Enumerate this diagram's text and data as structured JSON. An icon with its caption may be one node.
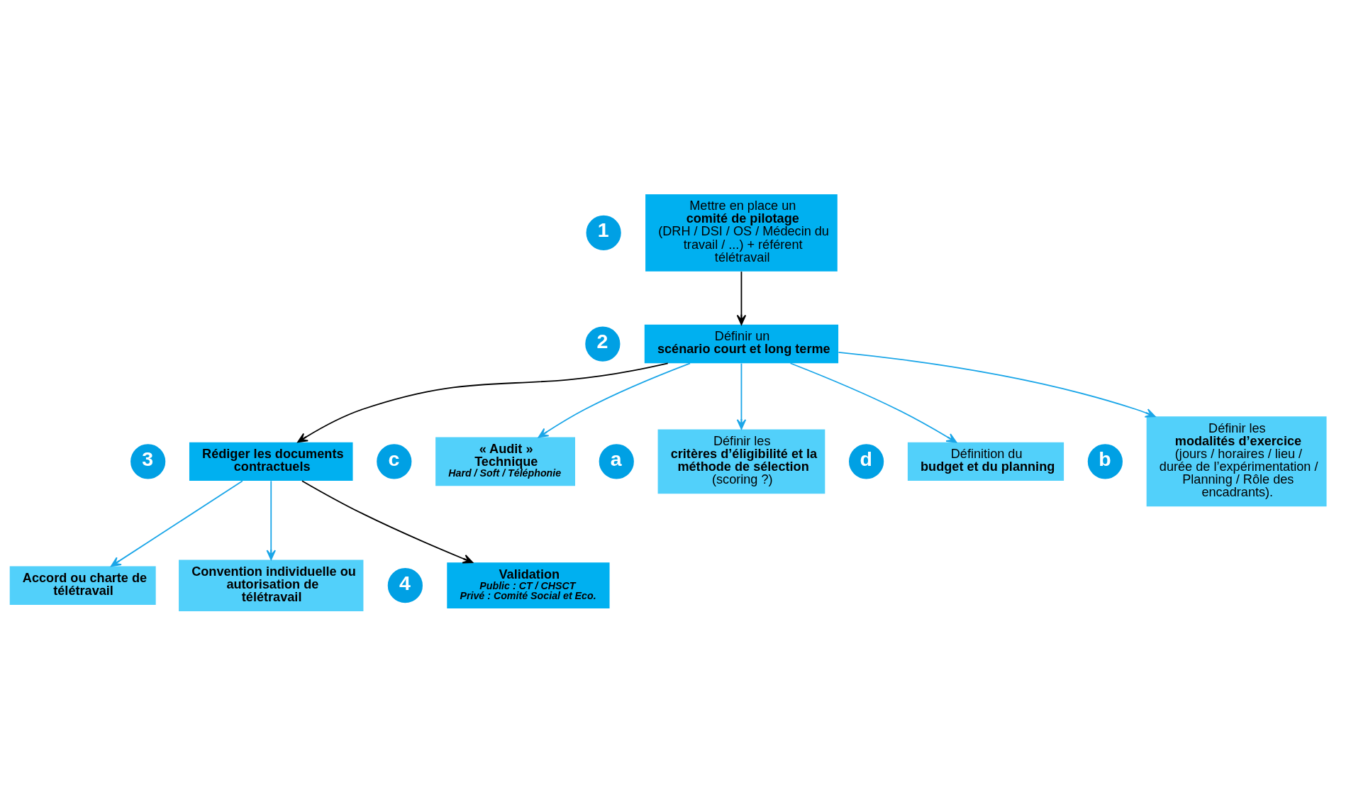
{
  "diagram": {
    "nodes": [
      {
        "text": [
          "Mettre en place un **comité de pilotage** (DRH / DSI / OS / Médecin du travail / ...) + référent télétravail"
        ]
      },
      {
        "text": [
          "1"
        ]
      },
      {
        "text": [
          "Définir un **scénario court et long terme**"
        ]
      },
      {
        "text": [
          "2"
        ]
      },
      {
        "text": [
          "Accord ou charte de télétravail"
        ]
      },
      {
        "text": [
          "Convention individuelle ou autorisation de télétravail"
        ]
      },
      {
        "text": [
          "Rédiger les documents contractuels"
        ]
      },
      {
        "text": [
          "3"
        ]
      },
      {
        "text": [
          "Validation",
          "Public : CT / CHSCT",
          "Privé : Comité Social et Eco."
        ]
      },
      {
        "text": [
          "4"
        ]
      },
      {
        "text": [
          "« Audit » Technique",
          "Hard / Soft / Téléphonie"
        ]
      },
      {
        "text": [
          "c"
        ]
      },
      {
        "text": [
          "Définir les **critères d’éligibilité et la méthode de sélection** (scoring ?)"
        ]
      },
      {
        "text": [
          "a"
        ]
      },
      {
        "text": [
          "Définition du **budget et du planning**"
        ]
      },
      {
        "text": [
          "d"
        ]
      },
      {
        "text": [
          "Définir les **modalités d’exercice** (jours / horaires / lieu / durée de l’expérimentation / Planning / Rôle des encadrants)."
        ]
      },
      {
        "text": [
          "b"
        ]
      }
    ],
    "edges": [
      {
        "from": 0,
        "to": 2,
        "arrow": "to",
        "color": "#000000"
      },
      {
        "from": 2,
        "to": 6,
        "arrow": "to",
        "color": "#000000"
      },
      {
        "from": 6,
        "to": 4,
        "arrow": "to"
      },
      {
        "from": 6,
        "to": 5,
        "arrow": "to"
      },
      {
        "from": 6,
        "to": 8,
        "arrow": "to",
        "color": "#000000"
      },
      {
        "from": 2,
        "to": 12,
        "arrow": "to"
      },
      {
        "from": 2,
        "to": 16,
        "arrow": "to"
      },
      {
        "from": 2,
        "to": 10,
        "arrow": "to"
      },
      {
        "from": 2,
        "to": 14,
        "arrow": "to"
      }
    ]
  }
}
